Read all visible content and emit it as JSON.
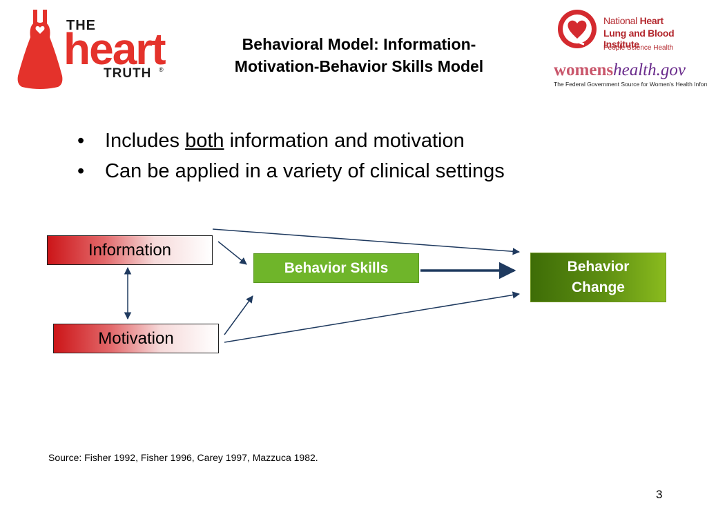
{
  "logos": {
    "heart_truth": {
      "the": "THE",
      "heart": "heart",
      "truth": "TRUTH",
      "reg": "®"
    },
    "nhlbi": {
      "line1_a": "National ",
      "line1_b": "Heart",
      "line2": "Lung and Blood Institute",
      "line3": "People Science Health"
    },
    "womenshealth": {
      "womens": "womens",
      "health": "health.gov",
      "tagline": "The Federal Government Source for Women's Health Information"
    }
  },
  "slide": {
    "title_line1": "Behavioral Model: Information-",
    "title_line2": "Motivation-Behavior Skills Model",
    "bullets": [
      {
        "dot": "•",
        "before": "Includes ",
        "underlined": "both",
        "after": " information and motivation"
      },
      {
        "dot": "•",
        "text": "Can be applied in a variety of clinical settings"
      }
    ],
    "source": "Source: Fisher 1992, Fisher 1996, Carey 1997, Mazzuca 1982.",
    "page_number": "3"
  },
  "diagram": {
    "nodes": {
      "information": "Information",
      "motivation": "Motivation",
      "behavior_skills": "Behavior Skills",
      "behavior_change_line1": "Behavior",
      "behavior_change_line2": "Change"
    },
    "edges": [
      {
        "from": "Information",
        "to": "Motivation",
        "bidirectional": true
      },
      {
        "from": "Information",
        "to": "Behavior Skills"
      },
      {
        "from": "Motivation",
        "to": "Behavior Skills"
      },
      {
        "from": "Information",
        "to": "Behavior Change"
      },
      {
        "from": "Motivation",
        "to": "Behavior Change"
      },
      {
        "from": "Behavior Skills",
        "to": "Behavior Change"
      }
    ]
  },
  "colors": {
    "arrow": "#1f3a5f",
    "heart_red": "#e4322b",
    "skills_green": "#6fb52a",
    "change_green": "#4f7f0c"
  }
}
